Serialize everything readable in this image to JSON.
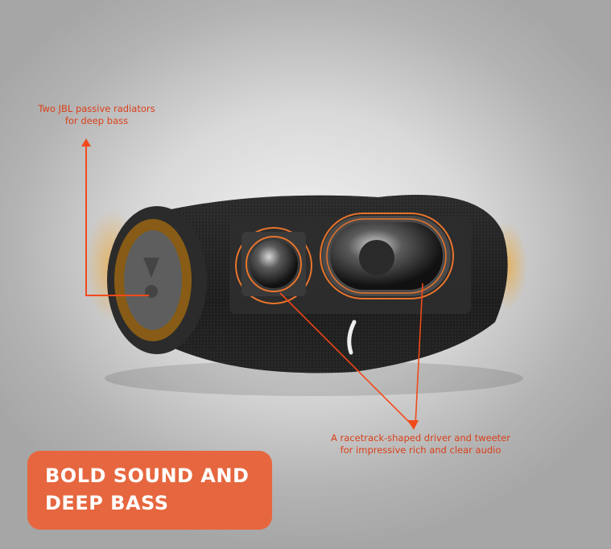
{
  "callouts": {
    "radiators": {
      "line1": "Two JBL passive radiators",
      "line2": "for deep bass"
    },
    "driver": {
      "line1": "A racetrack-shaped driver and tweeter",
      "line2": "for impressive rich and clear audio"
    }
  },
  "badge": {
    "line1": "BOLD SOUND AND",
    "line2": "DEEP BASS"
  },
  "colors": {
    "accent": "#e6673f",
    "callout_text": "#d9401a",
    "arrow": "#f04a1a"
  }
}
